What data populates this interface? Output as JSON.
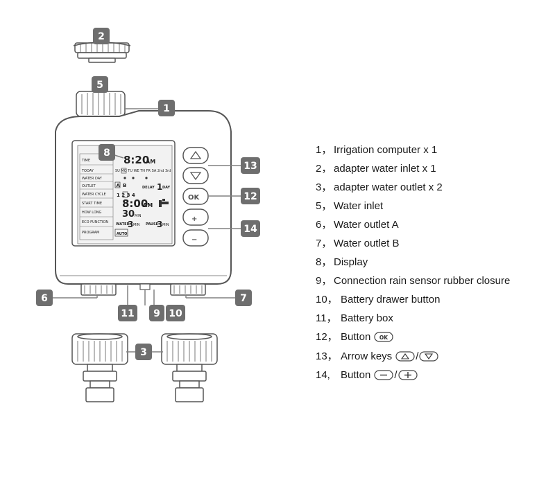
{
  "callouts": {
    "c1": "1",
    "c2": "2",
    "c3": "3",
    "c5": "5",
    "c6": "6",
    "c7": "7",
    "c8": "8",
    "c9": "9",
    "c10": "10",
    "c11": "11",
    "c12": "12",
    "c13": "13",
    "c14": "14"
  },
  "lcd": {
    "labels": [
      "TIME",
      "TODAY",
      "WATER DAY",
      "OUTLET",
      "WATER CYCLE",
      "START TIME",
      "HOW LONG",
      "ECO FUNCTION",
      "PROGRAM"
    ],
    "clock": "8:20",
    "clock_unit": "AM",
    "weekdays": "SU MO TU WE TH FR SA 2nd 3rd",
    "delay": "DELAY",
    "delay_value": "1",
    "delay_unit": "DAY",
    "outlet_a": "A",
    "outlet_b": "B",
    "cycle": "1 2 3 4",
    "start": "8:00",
    "start_unit": "AM",
    "duration": "30",
    "duration_unit": "MIN",
    "water": "WATER",
    "water_value": "3",
    "water_unit": "MIN",
    "pause": "PAUSE",
    "pause_value": "3",
    "pause_unit": "MIN",
    "auto": "AUTO"
  },
  "buttons": {
    "ok": "OK",
    "plus": "+",
    "minus": "−"
  },
  "legend": [
    {
      "num": "1，",
      "text": "Irrigation computer x 1"
    },
    {
      "num": "2，",
      "text": "adapter water inlet x 1"
    },
    {
      "num": "3，",
      "text": "adapter water outlet x 2"
    },
    {
      "num": "5，",
      "text": "Water inlet"
    },
    {
      "num": "6，",
      "text": "Water outlet A"
    },
    {
      "num": "7，",
      "text": "Water outlet B"
    },
    {
      "num": "8，",
      "text": "Display"
    },
    {
      "num": "9，",
      "text": "Connection rain sensor rubber closure"
    },
    {
      "num": "10，",
      "text": "Battery drawer button"
    },
    {
      "num": "11，",
      "text": "Battery box"
    },
    {
      "num": "12，",
      "text": "Button"
    },
    {
      "num": "13，",
      "text": "Arrow keys"
    },
    {
      "num": "14,",
      "text": "Button"
    }
  ],
  "legend_icons": {
    "ok": "OK",
    "slash": "/"
  },
  "colors": {
    "tag": "#6e6e6e",
    "line": "#808080",
    "device": "#ffffff",
    "stroke": "#555555",
    "lcd_bg": "#f2f2f2"
  }
}
